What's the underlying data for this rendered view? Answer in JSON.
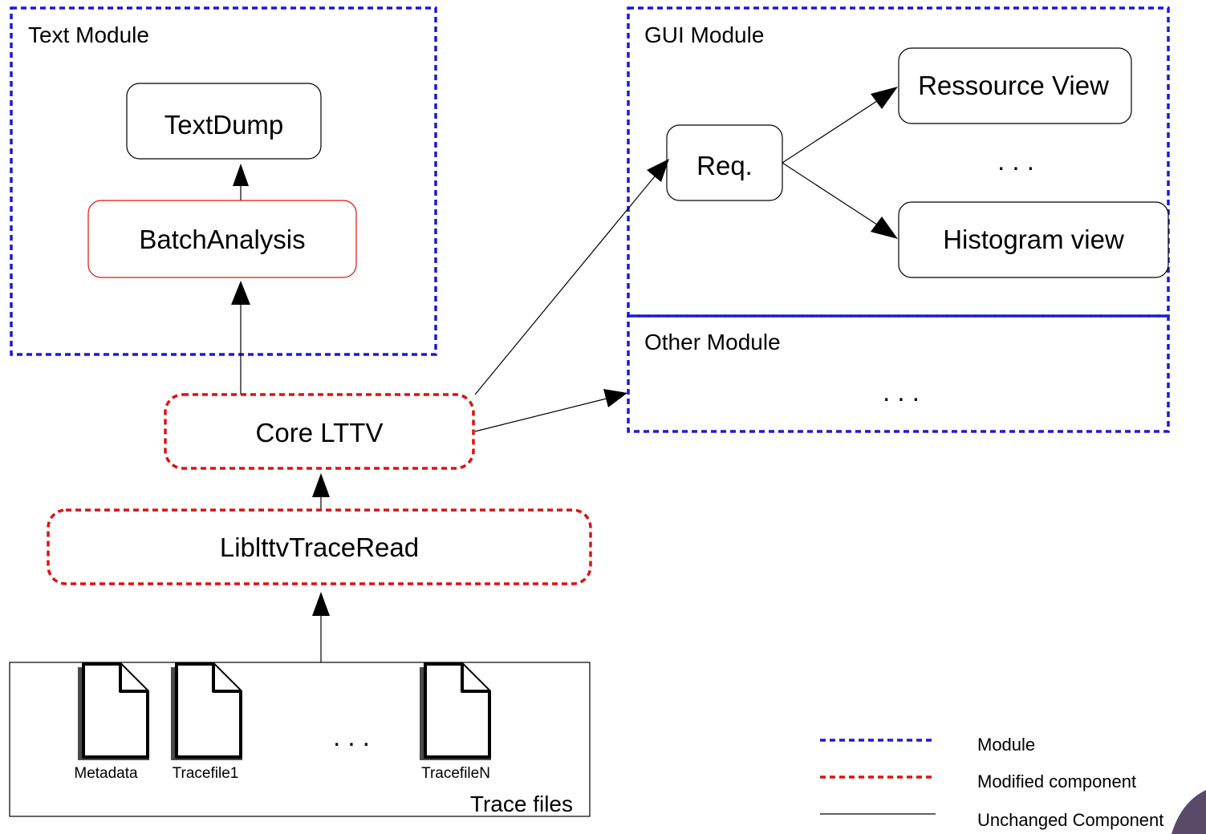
{
  "modules": {
    "text": "Text Module",
    "gui": "GUI Module",
    "other": "Other Module"
  },
  "components": {
    "textdump": "TextDump",
    "batch": "BatchAnalysis",
    "core": "Core LTTV",
    "libread": "LiblttvTraceRead",
    "req": "Req.",
    "resource_view": "Ressource View",
    "histogram_view": "Histogram view"
  },
  "ellipsis": {
    "gui": ". . .",
    "other": ". . .",
    "files": ". . ."
  },
  "trace_files": {
    "title": "Trace files",
    "items": [
      "Metadata",
      "Tracefile1",
      "TracefileN"
    ]
  },
  "legend": {
    "module": "Module",
    "modified": "Modified component",
    "unchanged": "Unchanged Component"
  },
  "colors": {
    "module_border": "#1a1ad6",
    "modified_border": "#e01010",
    "unchanged_border": "#000000"
  }
}
